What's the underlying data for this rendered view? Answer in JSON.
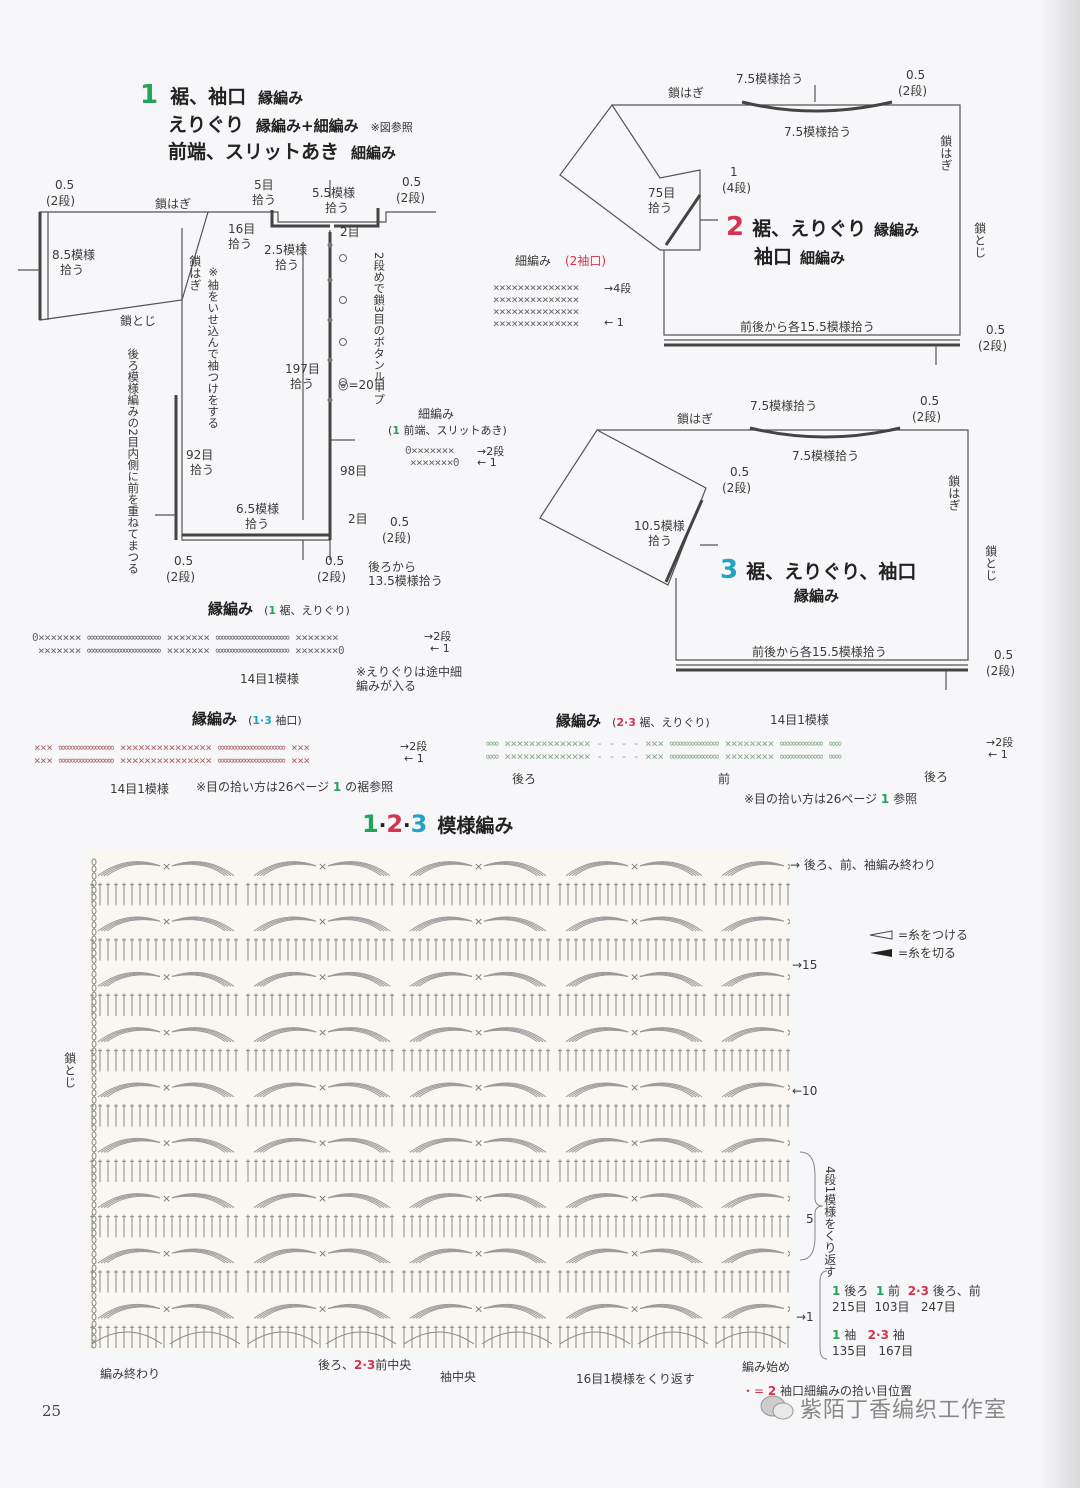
{
  "page_number": "25",
  "watermark": "紫陌丁香编织工作室",
  "diagram1": {
    "num": "1",
    "title_lines": [
      {
        "main": "裾、袖口",
        "tech": "縁編み",
        "note": ""
      },
      {
        "main": "えりぐり",
        "tech": "縁編み+細編み",
        "note": "※図参照"
      },
      {
        "main": "前端、スリットあき",
        "tech": "細編み",
        "note": ""
      }
    ],
    "labels": {
      "half_cm_1": "0.5",
      "rows2_1": "(2段)",
      "kusari_hagi": "鎖はぎ",
      "sleeve_pick": "8.5模様",
      "pick_suffix": "拾う",
      "sode_hagi": "鎖はぎ",
      "sode_note": "※袖をいせ込んで袖つけをする",
      "kusari_toji": "鎖とじ",
      "back_note": "後ろ模様編みの2目内側に前を重ねてまつる",
      "pick92": "92目",
      "pick197": "197目",
      "pick98": "98目",
      "pick5": "5目",
      "pick16": "16目",
      "pick2_5": "2.5模様",
      "neck55": "5.5模様",
      "neck_05": "0.5",
      "neck_2dan": "(2段)",
      "row2": "2目",
      "button_loop": "2段めで鎖3目のボタンループ",
      "button_count": "◎=20目",
      "bottom65": "6.5模様",
      "half_cm_b1": "0.5",
      "rows2_b1": "(2段)",
      "half_cm_b2": "0.5",
      "rows2_b2": "(2段)",
      "row2b": "2目",
      "half_cm_b3": "0.5",
      "rows2_b3": "(2段)",
      "back_pick": "後ろから",
      "back_pick2": "13.5模様拾う"
    }
  },
  "diagram2": {
    "num": "2",
    "title_lines": [
      {
        "main": "裾、えりぐり",
        "tech": "縁編み"
      },
      {
        "main": "袖口",
        "tech": "細編み"
      }
    ],
    "labels": {
      "top75": "7.5模様拾う",
      "half": "0.5",
      "rows2": "(2段)",
      "hagi": "鎖はぎ",
      "mid75": "7.5模様拾う",
      "side_hagi": "鎖はぎ",
      "side_toji": "鎖とじ",
      "one": "1",
      "one_dan": "(4段)",
      "sleeve75": "75目",
      "pick": "拾う",
      "hem_pick": "前後から各15.5模様拾う",
      "hem_half": "0.5",
      "hem_rows": "(2段)"
    },
    "legend": {
      "title": "細編み",
      "sub": "(2袖口)",
      "row4": "→4段",
      "row1": "← 1"
    }
  },
  "diagram3": {
    "num": "3",
    "title_lines": [
      {
        "main": "裾、えりぐり、袖口"
      },
      {
        "main": "縁編み"
      }
    ],
    "labels": {
      "top75": "7.5模様拾う",
      "half": "0.5",
      "rows2": "(2段)",
      "hagi": "鎖はぎ",
      "mid75": "7.5模様拾う",
      "side_hagi": "鎖はぎ",
      "side_toji": "鎖とじ",
      "half2": "0.5",
      "rows2b": "(2段)",
      "sleeve105": "10.5模様",
      "pick": "拾う",
      "hem_pick": "前後から各15.5模様拾う",
      "hem_half": "0.5",
      "hem_rows": "(2段)"
    }
  },
  "sc_legend": {
    "title": "細編み",
    "sub_pre": "(",
    "sub_num": "1",
    "sub_post": " 前端、スリットあき)",
    "row2": "→2段",
    "row1": "← 1"
  },
  "edge1": {
    "title": "縁編み",
    "sub_pre": "(",
    "sub_num": "1",
    "sub_post": " 裾、えりぐり)",
    "repeat": "14目1模様",
    "row2": "→2段",
    "row1": "← 1",
    "note": "※えりぐりは途中細編みが入る"
  },
  "edge2": {
    "title": "縁編み",
    "sub_pre": "(",
    "sub_num": "1·3",
    "sub_post": " 袖口)",
    "repeat": "14目1模様",
    "row2": "→2段",
    "row1": "← 1",
    "note_pre": "※目の拾い方は26ページ ",
    "note_num": "1",
    "note_post": " の裾参照"
  },
  "edge3": {
    "title": "縁編み",
    "sub_pre": "(",
    "sub_num": "2·3",
    "sub_post": " 裾、えりぐり)",
    "repeat": "14目1模様",
    "row2": "→2段",
    "row1": "← 1",
    "back_l": "後ろ",
    "front": "前",
    "back_r": "後ろ",
    "note_pre": "※目の拾い方は26ページ ",
    "note_num": "1",
    "note_post": " 参照"
  },
  "pattern": {
    "title_nums": [
      "1",
      "2",
      "3"
    ],
    "title_text": "模様編み",
    "finish_note": "→ 後ろ、前、袖編み終わり",
    "row15": "→15",
    "row10": "←10",
    "row5": "5",
    "row1": "→1",
    "repeat_4": "4段1模様をくり返す",
    "legend_attach": "=糸をつける",
    "legend_cut": "=糸を切る",
    "left_toji": "鎖とじ",
    "end_left": "編み終わり",
    "center_pre": "後ろ、",
    "center_num": "2·3",
    "center_post": "前中央",
    "sleeve_center": "袖中央",
    "repeat16": "16目1模様をくり返す",
    "start": "編み始め",
    "dot_note_pre": "・= ",
    "dot_note_num": "2",
    "dot_note_post": " 袖口細編みの拾い目位置",
    "counts": {
      "r1_a": "1",
      "r1_a_t": "後ろ",
      "r1_b": "1",
      "r1_b_t": "前",
      "r1_c": "2·3",
      "r1_c_t": "後ろ、前",
      "r1_v1": "215目",
      "r1_v2": "103目",
      "r1_v3": "247目",
      "r2_a": "1",
      "r2_a_t": "袖",
      "r2_b": "2·3",
      "r2_b_t": "袖",
      "r2_v1": "135目",
      "r2_v2": "167目"
    }
  }
}
